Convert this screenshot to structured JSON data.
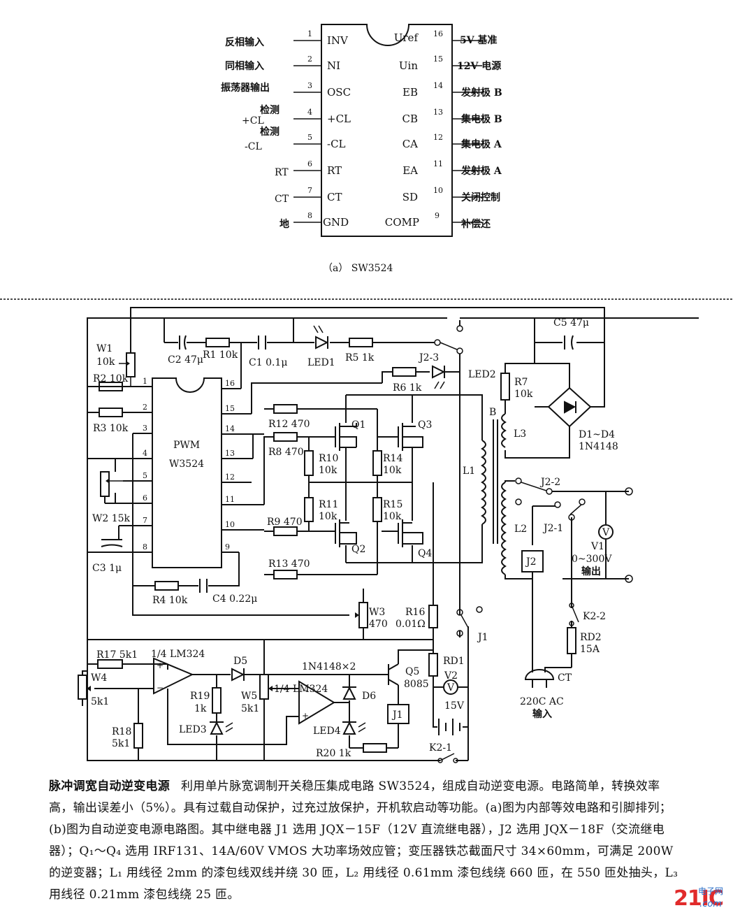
{
  "ic": {
    "left_labels": [
      "反相输入",
      "同相输入",
      "振荡器输出",
      "+CL",
      "-CL",
      "RT",
      "CT",
      "地"
    ],
    "left_check": "检测",
    "left_pins": [
      "INV",
      "NI",
      "OSC",
      "+CL",
      "-CL",
      "RT",
      "CT",
      "GND"
    ],
    "right_pins": [
      "Uref",
      "Uin",
      "EB",
      "CB",
      "CA",
      "EA",
      "SD",
      "COMP"
    ],
    "right_labels": [
      "5V 基准",
      "12V 电源",
      "发射极 B",
      "集电极 B",
      "集电极 A",
      "发射极 A",
      "关闭控制",
      "补偿还"
    ],
    "left_nums": [
      "1",
      "2",
      "3",
      "4",
      "5",
      "6",
      "7",
      "8"
    ],
    "right_nums": [
      "16",
      "15",
      "14",
      "13",
      "12",
      "11",
      "10",
      "9"
    ],
    "caption": "（a） SW3524"
  },
  "circuit": {
    "pwm_line1": "PWM",
    "pwm_line2": "W3524",
    "chip_pins_left": [
      "1",
      "2",
      "3",
      "4",
      "5",
      "6",
      "7",
      "8"
    ],
    "chip_pins_right": [
      "16",
      "15",
      "14",
      "13",
      "12",
      "11",
      "10",
      "9"
    ],
    "labels": {
      "W1": "W1",
      "W1v": "10k",
      "R2": "R2  10k",
      "R3": "R3  10k",
      "W2": "W2  15k",
      "C3": "C3  1μ",
      "R4": "R4  10k",
      "C4": "C4  0.22μ",
      "C2": "C2  47μ",
      "R1": "R1  10k",
      "C1": "C1  0.1μ",
      "LED1": "LED1",
      "R5": "R5  1k",
      "J23": "J2-3",
      "LED2": "LED2",
      "R6": "R6  1k",
      "R12": "R12  470",
      "R8": "R8  470",
      "R9": "R9  470",
      "R13": "R13  470",
      "Q1": "Q1",
      "Q2": "Q2",
      "Q3": "Q3",
      "Q4": "Q4",
      "R10": "R10",
      "R10v": "10k",
      "R11": "R11",
      "R11v": "10k",
      "R14": "R14",
      "R14v": "10k",
      "R15": "R15",
      "R15v": "10k",
      "B": "B",
      "L1": "L1",
      "L2": "L2",
      "L3": "L3",
      "R7": "R7",
      "R7v": "10k",
      "C5": "C5  47μ",
      "D14": "D1~D4",
      "D14v": "1N4148",
      "J22": "J2-2",
      "J21": "J2-1",
      "J2": "J2",
      "V1": "V1",
      "V1range": "0~300V",
      "V1out": "输出",
      "W3": "W3",
      "W3v": "470",
      "R16": "R16",
      "R16v": "0.01Ω",
      "J1sw": "J1",
      "K22": "K2-2",
      "RD2": "RD2",
      "RD2v": "15A",
      "CT": "CT",
      "AC1": "220C AC",
      "AC2": "输入",
      "R17": "R17  5k1",
      "LM1": "1/4   LM324",
      "W4": "W4",
      "W4v": "5k1",
      "R18": "R18",
      "R18v": "5k1",
      "D5": "D5",
      "R19": "R19",
      "R19v": "1k",
      "LED3": "LED3",
      "W5": "W5",
      "W5v": "5k1",
      "LM2": "1/4  LM324",
      "D6": "D6",
      "N4148": "1N4148×2",
      "LED4": "LED4",
      "R20": "R20  1k",
      "Q5": "Q5",
      "Q5v": "8085",
      "RD1": "RD1",
      "V2": "V2",
      "V2v": "15V",
      "J1coil": "J1",
      "K21": "K2-1"
    }
  },
  "caption": {
    "title": "脉冲调宽自动逆变电源",
    "body": "利用单片脉宽调制开关稳压集成电路 SW3524，组成自动逆变电源。电路简单，转换效率高，输出误差小（5%）。具有过载自动保护，过充过放保护，开机软启动等功能。(a)图为内部等效电路和引脚排列；(b)图为自动逆变电源电路图。其中继电器 J1 选用 JQX－15F（12V 直流继电器），J2 选用 JQX－18F（交流继电器）；Q₁～Q₄ 选用 IRF131、14A/60V  VMOS 大功率场效应管；变压器铁芯截面尺寸 34×60mm，可满足 200W 的逆变器；L₁ 用线径 2mm 的漆包线双线并绕 30 匝，L₂ 用线径 0.61mm 漆包线绕 660 匝，在 550 匝处抽头，L₃ 用线径 0.21mm 漆包线绕 25 匝。"
  },
  "watermark": {
    "logo": "21IC",
    "sub": "电子网",
    "domain": ".com"
  }
}
